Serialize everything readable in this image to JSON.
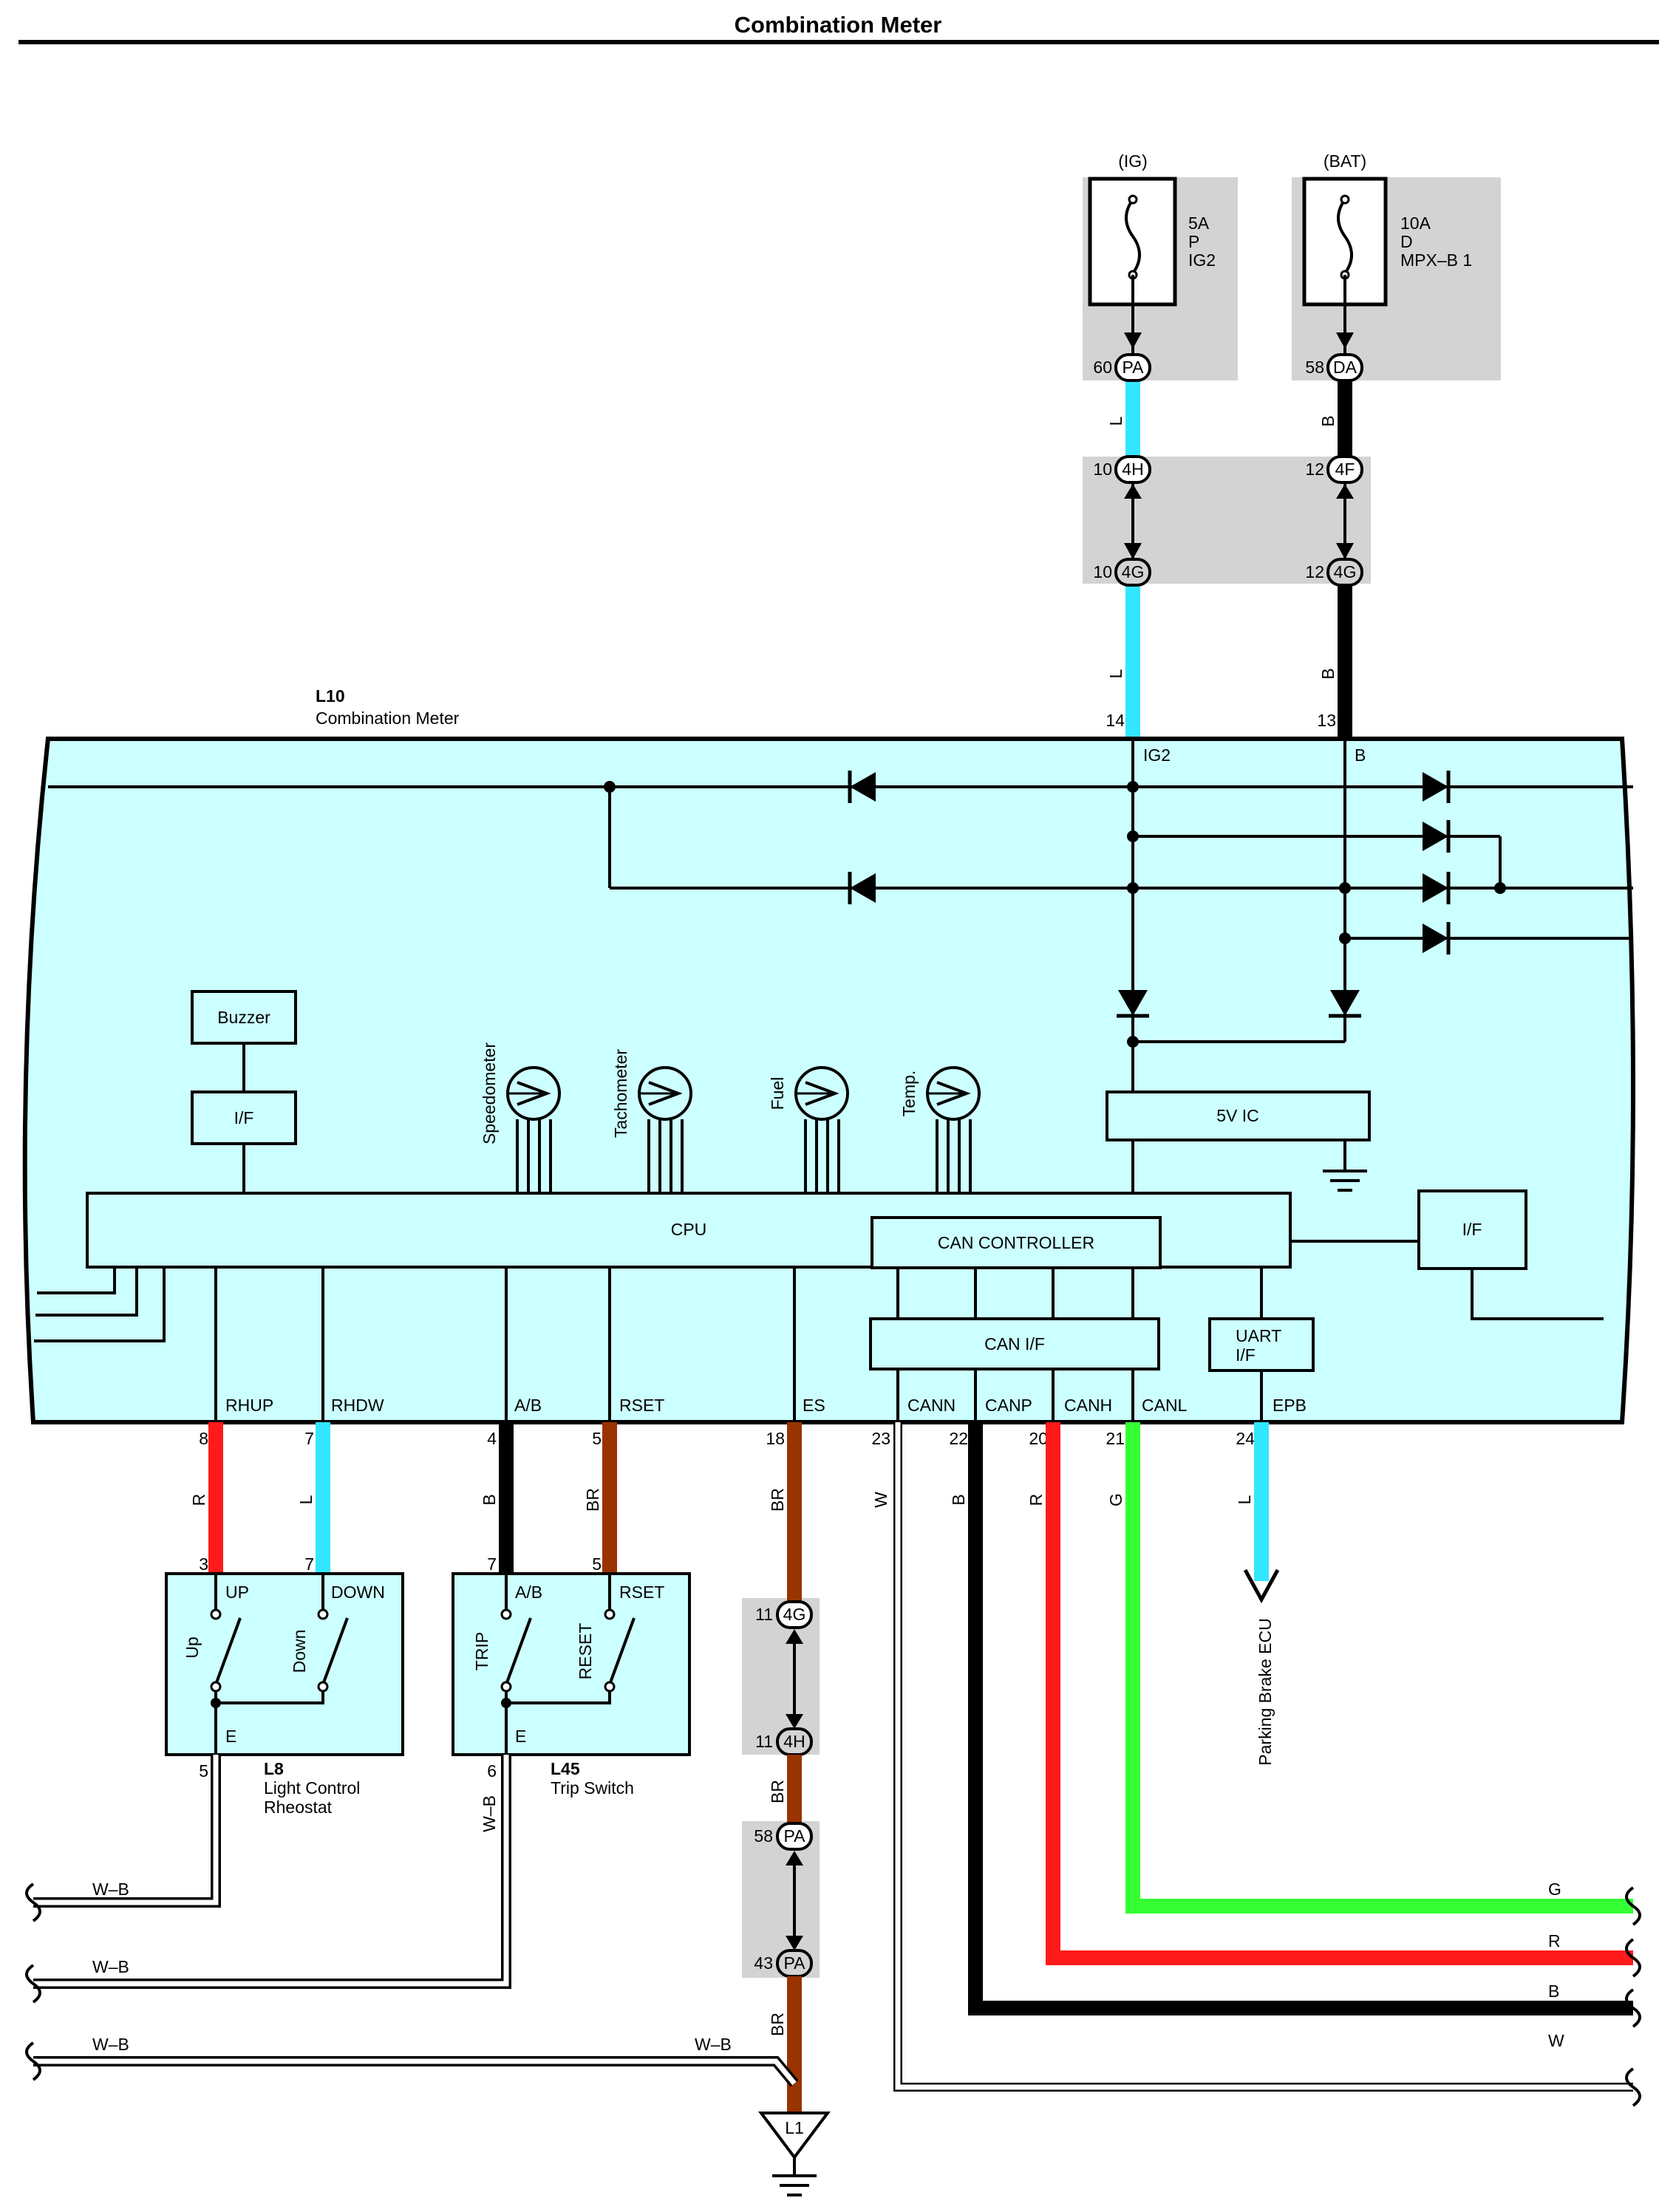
{
  "title": "Combination Meter",
  "colors": {
    "meter_fill": "#ccffff",
    "fuse_block": "#d3d3d3",
    "L": "#33e6ff",
    "B": "#000000",
    "R": "#ff1a1a",
    "BR": "#993300",
    "G": "#33ff33",
    "W": "#ffffff"
  },
  "fuses": {
    "ig": {
      "source": "(IG)",
      "amps": "5A",
      "letter": "P",
      "name": "IG2"
    },
    "bat": {
      "source": "(BAT)",
      "amps": "10A",
      "letter": "D",
      "name": "MPX–B 1"
    }
  },
  "connectors": {
    "pa_top": {
      "pin": "60",
      "code": "PA"
    },
    "da_top": {
      "pin": "58",
      "code": "DA"
    },
    "h4_top": {
      "pin": "10",
      "code": "4H"
    },
    "f4_top": {
      "pin": "12",
      "code": "4F"
    },
    "g4_l": {
      "pin": "10",
      "code": "4G"
    },
    "g4_b": {
      "pin": "12",
      "code": "4G"
    },
    "g4_br": {
      "pin": "11",
      "code": "4G"
    },
    "h4_br": {
      "pin": "11",
      "code": "4H"
    },
    "pa_br1": {
      "pin": "58",
      "code": "PA"
    },
    "pa_br2": {
      "pin": "43",
      "code": "PA"
    }
  },
  "wire_labels": {
    "L": "L",
    "B": "B",
    "R": "R",
    "BR": "BR",
    "G": "G",
    "W": "W",
    "WB": "W–B"
  },
  "meter": {
    "code": "L10",
    "name": "Combination Meter",
    "top_pins": [
      {
        "num": "14",
        "label": "IG2"
      },
      {
        "num": "13",
        "label": "B"
      }
    ],
    "buzzer": "Buzzer",
    "if_left": "I/F",
    "if_right": "I/F",
    "gauges": [
      "Speedometer",
      "Tachometer",
      "Fuel",
      "Temp."
    ],
    "five_v_ic": "5V IC",
    "cpu": "CPU",
    "can_controller": "CAN CONTROLLER",
    "can_if": "CAN I/F",
    "uart_if": [
      "UART",
      "I/F"
    ],
    "bottom_pins": [
      {
        "num": "8",
        "label": "RHUP"
      },
      {
        "num": "7",
        "label": "RHDW"
      },
      {
        "num": "4",
        "label": "A/B"
      },
      {
        "num": "5",
        "label": "RSET"
      },
      {
        "num": "18",
        "label": "ES"
      },
      {
        "num": "23",
        "label": "CANN"
      },
      {
        "num": "22",
        "label": "CANP"
      },
      {
        "num": "20",
        "label": "CANH"
      },
      {
        "num": "21",
        "label": "CANL"
      },
      {
        "num": "24",
        "label": "EPB"
      }
    ]
  },
  "l8": {
    "code": "L8",
    "name_line1": "Light Control",
    "name_line2": "Rheostat",
    "pin_up": "3",
    "pin_down": "7",
    "pin_e": "5",
    "label_up": "UP",
    "label_down": "DOWN",
    "label_e": "E",
    "sw_up": "Up",
    "sw_down": "Down"
  },
  "l45": {
    "code": "L45",
    "name": "Trip Switch",
    "pin_ab": "7",
    "pin_rset": "5",
    "pin_e": "6",
    "label_ab": "A/B",
    "label_rset": "RSET",
    "label_e": "E",
    "sw_trip": "TRIP",
    "sw_reset": "RESET"
  },
  "parking_brake": "Parking Brake ECU",
  "ground": "L1"
}
